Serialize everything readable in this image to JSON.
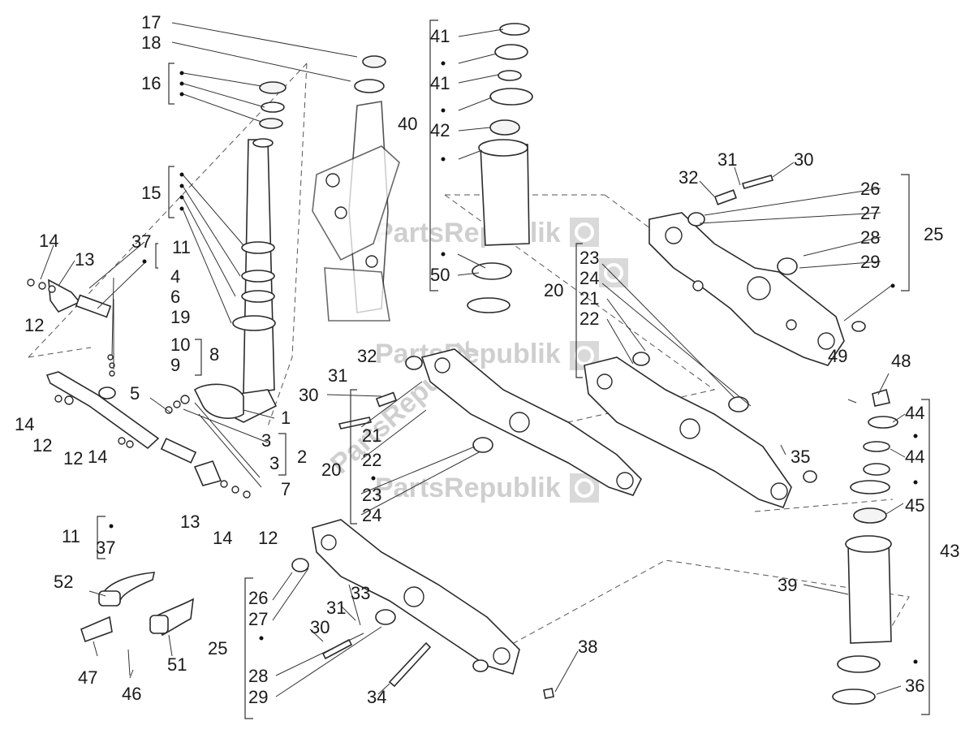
{
  "watermark": {
    "text": "PartsRepublik",
    "diagonal_text": "PartsRepublik"
  },
  "callouts": [
    {
      "id": "c1",
      "text": "17"
    },
    {
      "id": "c2",
      "text": "18"
    },
    {
      "id": "c3",
      "text": "16"
    },
    {
      "id": "c4",
      "text": "15"
    },
    {
      "id": "c5",
      "text": "14"
    },
    {
      "id": "c6",
      "text": "13"
    },
    {
      "id": "c7",
      "text": "37"
    },
    {
      "id": "c8",
      "text": "11"
    },
    {
      "id": "c9",
      "text": "12"
    },
    {
      "id": "c10",
      "text": "4"
    },
    {
      "id": "c11",
      "text": "6"
    },
    {
      "id": "c12",
      "text": "19"
    },
    {
      "id": "c13",
      "text": "10"
    },
    {
      "id": "c14",
      "text": "8"
    },
    {
      "id": "c15",
      "text": "9"
    },
    {
      "id": "c16",
      "text": "5"
    },
    {
      "id": "c17",
      "text": "1"
    },
    {
      "id": "c18",
      "text": "3"
    },
    {
      "id": "c19",
      "text": "2"
    },
    {
      "id": "c20",
      "text": "3"
    },
    {
      "id": "c21",
      "text": "7"
    },
    {
      "id": "c22",
      "text": "14"
    },
    {
      "id": "c23",
      "text": "12"
    },
    {
      "id": "c24",
      "text": "12"
    },
    {
      "id": "c25",
      "text": "14"
    },
    {
      "id": "c26",
      "text": "13"
    },
    {
      "id": "c27",
      "text": "14"
    },
    {
      "id": "c28",
      "text": "12"
    },
    {
      "id": "c29",
      "text": "11"
    },
    {
      "id": "c30",
      "text": "37"
    },
    {
      "id": "c31",
      "text": "52"
    },
    {
      "id": "c32",
      "text": "47"
    },
    {
      "id": "c33",
      "text": "46"
    },
    {
      "id": "c34",
      "text": "51"
    },
    {
      "id": "c35",
      "text": "41"
    },
    {
      "id": "c36",
      "text": "41"
    },
    {
      "id": "c37",
      "text": "40"
    },
    {
      "id": "c38",
      "text": "42"
    },
    {
      "id": "c39",
      "text": "50"
    },
    {
      "id": "c40",
      "text": "32"
    },
    {
      "id": "c41",
      "text": "31"
    },
    {
      "id": "c42",
      "text": "30"
    },
    {
      "id": "c43",
      "text": "21"
    },
    {
      "id": "c44",
      "text": "22"
    },
    {
      "id": "c45",
      "text": "20"
    },
    {
      "id": "c46",
      "text": "23"
    },
    {
      "id": "c47",
      "text": "24"
    },
    {
      "id": "c48",
      "text": "23"
    },
    {
      "id": "c49",
      "text": "24"
    },
    {
      "id": "c50",
      "text": "20"
    },
    {
      "id": "c51",
      "text": "21"
    },
    {
      "id": "c52",
      "text": "22"
    },
    {
      "id": "c53",
      "text": "31"
    },
    {
      "id": "c54",
      "text": "30"
    },
    {
      "id": "c55",
      "text": "32"
    },
    {
      "id": "c56",
      "text": "26"
    },
    {
      "id": "c57",
      "text": "27"
    },
    {
      "id": "c58",
      "text": "28"
    },
    {
      "id": "c59",
      "text": "29"
    },
    {
      "id": "c60",
      "text": "25"
    },
    {
      "id": "c61",
      "text": "48"
    },
    {
      "id": "c62",
      "text": "49"
    },
    {
      "id": "c63",
      "text": "44"
    },
    {
      "id": "c64",
      "text": "44"
    },
    {
      "id": "c65",
      "text": "45"
    },
    {
      "id": "c66",
      "text": "43"
    },
    {
      "id": "c67",
      "text": "39"
    },
    {
      "id": "c68",
      "text": "36"
    },
    {
      "id": "c69",
      "text": "35"
    },
    {
      "id": "c70",
      "text": "26"
    },
    {
      "id": "c71",
      "text": "27"
    },
    {
      "id": "c72",
      "text": "33"
    },
    {
      "id": "c73",
      "text": "31"
    },
    {
      "id": "c74",
      "text": "30"
    },
    {
      "id": "c75",
      "text": "25"
    },
    {
      "id": "c76",
      "text": "28"
    },
    {
      "id": "c77",
      "text": "29"
    },
    {
      "id": "c78",
      "text": "34"
    },
    {
      "id": "c79",
      "text": "38"
    }
  ]
}
